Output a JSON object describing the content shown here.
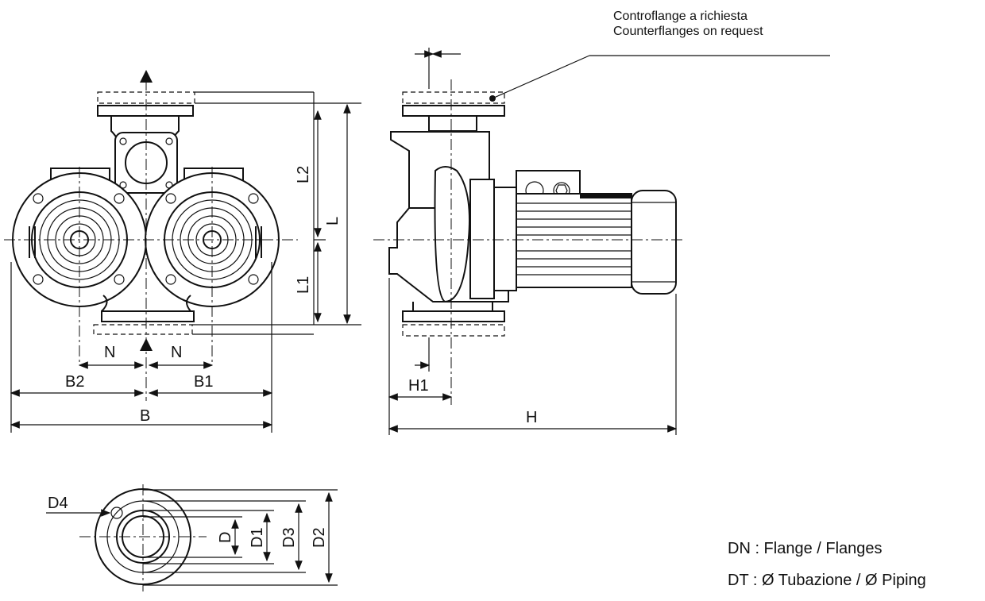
{
  "note": {
    "line1": "Controflange a richiesta",
    "line2": "Counterflanges on request"
  },
  "dimensions": {
    "L": "L",
    "L1": "L1",
    "L2": "L2",
    "N_left": "N",
    "N_right": "N",
    "B": "B",
    "B1": "B1",
    "B2": "B2",
    "H": "H",
    "H1": "H1",
    "D": "D",
    "D1": "D1",
    "D2": "D2",
    "D3": "D3",
    "D4": "D4"
  },
  "legend": {
    "dn": "DN :  Flange / Flanges",
    "dt": "DT :  Ø Tubazione / Ø Piping"
  }
}
